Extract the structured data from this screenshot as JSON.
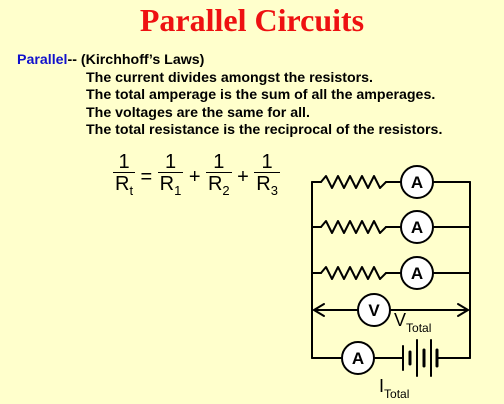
{
  "title": "Parallel Circuits",
  "intro": {
    "keyword": "Parallel",
    "heading": "-- (Kirchhoff’s Laws)",
    "lines": [
      "The current divides amongst the resistors.",
      "The total amperage is the sum of all the amperages.",
      "The voltages are the same for all.",
      "The total resistance is the reciprocal of the resistors."
    ]
  },
  "formula": {
    "numerator": "1",
    "equals": "=",
    "plus": "+",
    "lhs": {
      "base": "R",
      "sub": "t"
    },
    "terms": [
      {
        "base": "R",
        "sub": "1"
      },
      {
        "base": "R",
        "sub": "2"
      },
      {
        "base": "R",
        "sub": "3"
      }
    ]
  },
  "circuit": {
    "ammeter_label": "A",
    "voltmeter_label": "V",
    "voltage_label": {
      "base": "V",
      "sub": "Total"
    },
    "current_label": {
      "base": "I",
      "sub": "Total"
    },
    "colors": {
      "wire": "#000000",
      "meter_fill": "#ffffff",
      "text": "#000000"
    }
  }
}
